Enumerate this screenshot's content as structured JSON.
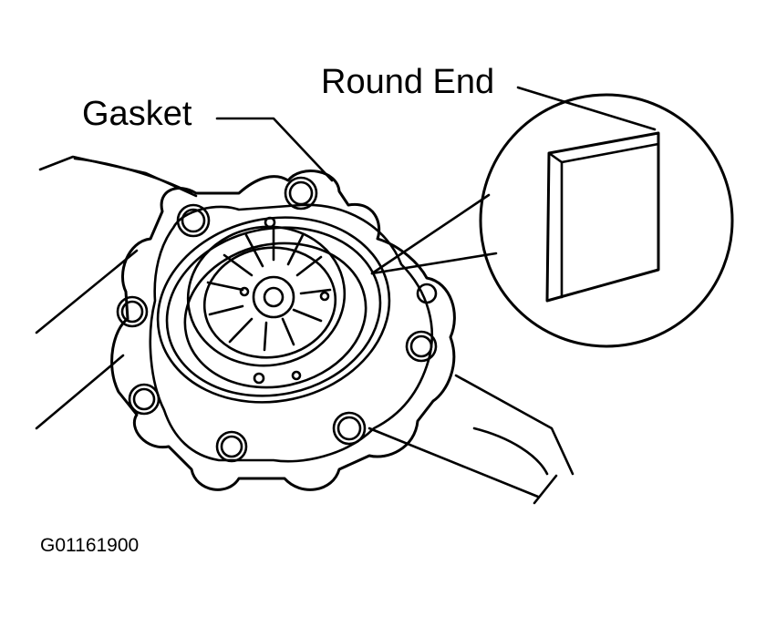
{
  "labels": {
    "gasket": "Gasket",
    "round_end": "Round End",
    "figure_code": "G01161900"
  },
  "colors": {
    "ink": "#000000",
    "background": "#ffffff"
  }
}
